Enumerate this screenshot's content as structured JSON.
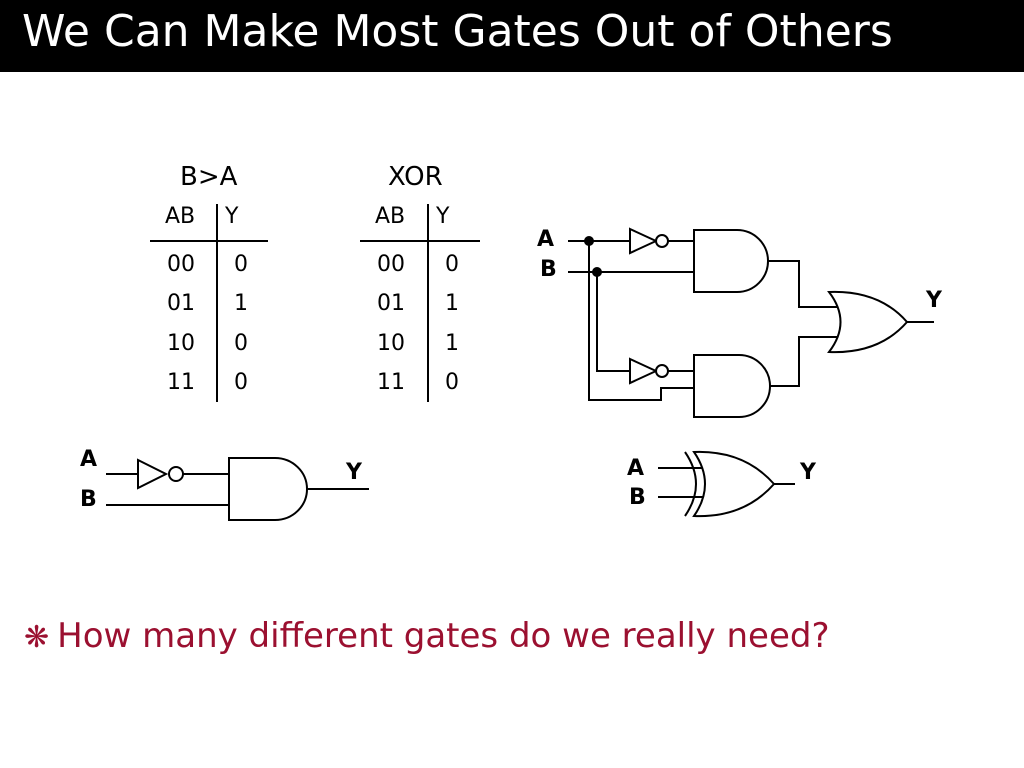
{
  "slide": {
    "title": "We Can Make Most Gates Out of Others",
    "bullet_symbol": "❋",
    "bullet": "How many different gates do we really need?",
    "accent_color": "#9b1030"
  },
  "tables": [
    {
      "heading": "B>A",
      "col_inputs": "AB",
      "col_output": "Y",
      "rows": [
        {
          "in": "00",
          "out": "0"
        },
        {
          "in": "01",
          "out": "1"
        },
        {
          "in": "10",
          "out": "0"
        },
        {
          "in": "11",
          "out": "0"
        }
      ]
    },
    {
      "heading": "XOR",
      "col_inputs": "AB",
      "col_output": "Y",
      "rows": [
        {
          "in": "00",
          "out": "0"
        },
        {
          "in": "01",
          "out": "1"
        },
        {
          "in": "10",
          "out": "1"
        },
        {
          "in": "11",
          "out": "0"
        }
      ]
    }
  ],
  "circuits": {
    "xor_from_and_or": {
      "label_a": "A",
      "label_b": "B",
      "label_y": "Y"
    },
    "b_gt_a": {
      "label_a": "A",
      "label_b": "B",
      "label_y": "Y"
    },
    "xor_symbol": {
      "label_a": "A",
      "label_b": "B",
      "label_y": "Y"
    }
  }
}
